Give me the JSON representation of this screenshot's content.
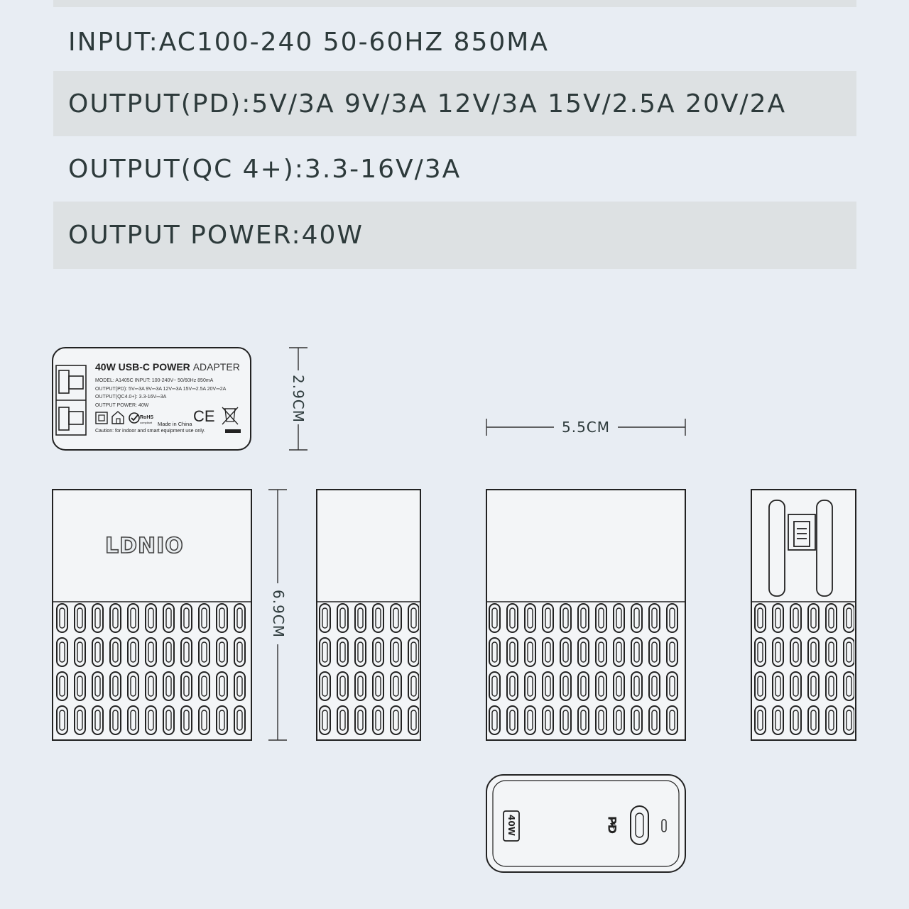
{
  "specs": {
    "input": "INPUT:AC100-240 50-60HZ 850MA",
    "output_pd": "OUTPUT(PD):5V/3A 9V/3A 12V/3A 15V/2.5A 20V/2A",
    "output_qc": "OUTPUT(QC 4+):3.3-16V/3A",
    "output_power": "OUTPUT POWER:40W"
  },
  "label": {
    "title_bold": "40W USB-C POWER",
    "title_light": "ADAPTER",
    "model_line": "MODEL: A1405C   INPUT: 100-240V~  50/60Hz  850mA",
    "pd_line": "OUTPUT(PD): 5V⎓3A  9V⎓3A  12V⎓3A  15V⎓2.5A  20V⎓2A",
    "qc_line": "OUTPUT(QC4.0+): 3.3-16V⎓3A",
    "power_line": "OUTPUT POWER: 40W",
    "rohs": "RoHS",
    "rohs_sub": "compliant",
    "made_in": "Made in China",
    "ce": "CE",
    "caution": "Caution: for indoor and smart equipment use only."
  },
  "dimensions": {
    "depth": "2.9CM",
    "width": "5.5CM",
    "height": "6.9CM"
  },
  "brand": "LDNIO",
  "port_face": {
    "badge": "40W",
    "pd_mark": "PD"
  },
  "icons": [
    "double-square-icon",
    "house-icon",
    "rohs-check-icon",
    "ce-mark-icon",
    "weee-bin-icon",
    "usb-c-port-icon",
    "lightning-icon"
  ],
  "colors": {
    "background": "#e8edf3",
    "row_shade": "#dde1e3",
    "text": "#2d3a3b",
    "line": "#222222"
  }
}
